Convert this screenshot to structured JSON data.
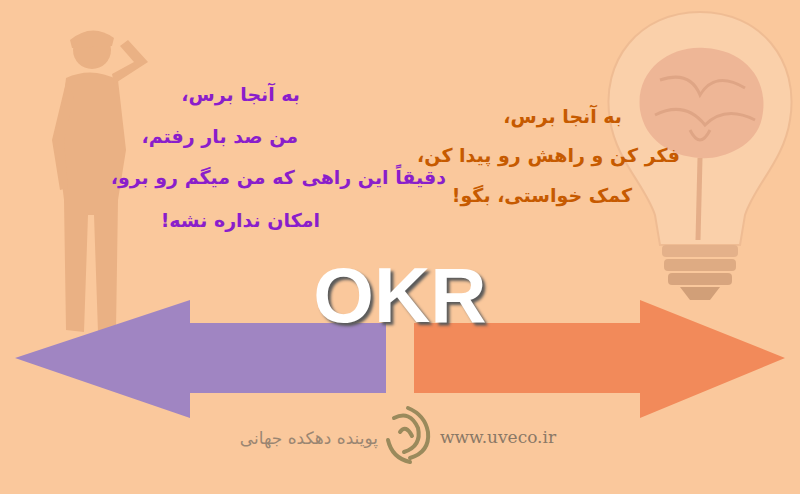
{
  "diagram": {
    "title": "OKR",
    "labels": [
      "به آنجا برس،",
      "من صد بار رفتم،",
      "دقیقاً این راهی که من میگم رو برو،",
      "امکان نداره نشه!",
      "به آنجا برس،",
      "فکر کن و راهش رو پیدا کن،",
      "کمک خواستی، بگو!",
      "پوینده دهکده جهانی",
      "www.uveco.ir"
    ]
  }
}
